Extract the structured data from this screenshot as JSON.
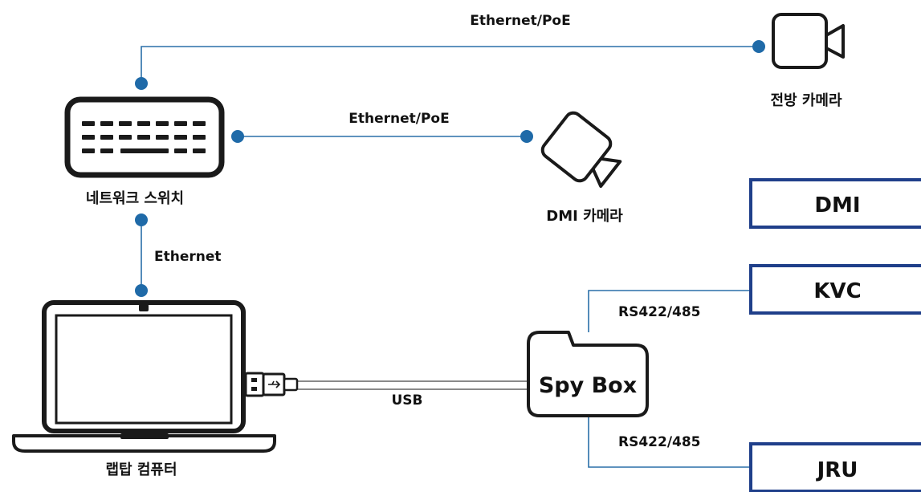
{
  "nodes": {
    "network_switch": "네트워크 스위치",
    "laptop": "랩탑 컴퓨터",
    "front_camera": "전방 카메라",
    "dmi_camera": "DMI 카메라",
    "spy_box": "Spy Box",
    "dmi": "DMI",
    "kvc": "KVC",
    "jru": "JRU"
  },
  "links": {
    "switch_to_front_camera": "Ethernet/PoE",
    "switch_to_dmi_camera": "Ethernet/PoE",
    "switch_to_laptop": "Ethernet",
    "laptop_to_spybox": "USB",
    "spybox_to_kvc": "RS422/485",
    "spybox_to_jru": "RS422/485"
  },
  "colors": {
    "link_line": "#2a6fa8",
    "connector_dot": "#1f6aa8",
    "device_stroke": "#1a1a1a",
    "box_border": "#1f3f8a"
  },
  "icons": {
    "switch": "network-switch-icon",
    "laptop": "laptop-icon",
    "camera": "video-camera-icon",
    "usb": "usb-icon"
  }
}
